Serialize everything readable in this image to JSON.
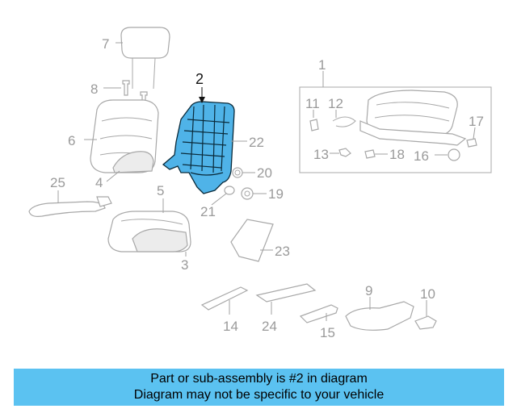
{
  "diagram": {
    "highlight_color": "#4fb3e8",
    "part_color": "#a8a8a8",
    "labels": {
      "p1": "1",
      "p2": "2",
      "p3": "3",
      "p4": "4",
      "p5": "5",
      "p6": "6",
      "p7": "7",
      "p8": "8",
      "p9": "9",
      "p10": "10",
      "p11": "11",
      "p12": "12",
      "p13": "13",
      "p14": "14",
      "p15": "15",
      "p16": "16",
      "p17": "17",
      "p18": "18",
      "p19": "19",
      "p20": "20",
      "p21": "21",
      "p22": "22",
      "p23": "23",
      "p24": "24",
      "p25": "25"
    }
  },
  "banner": {
    "background": "#5bc2f1",
    "line1": "Part or sub-assembly is #2 in diagram",
    "line2": "Diagram may not be specific to your vehicle"
  }
}
